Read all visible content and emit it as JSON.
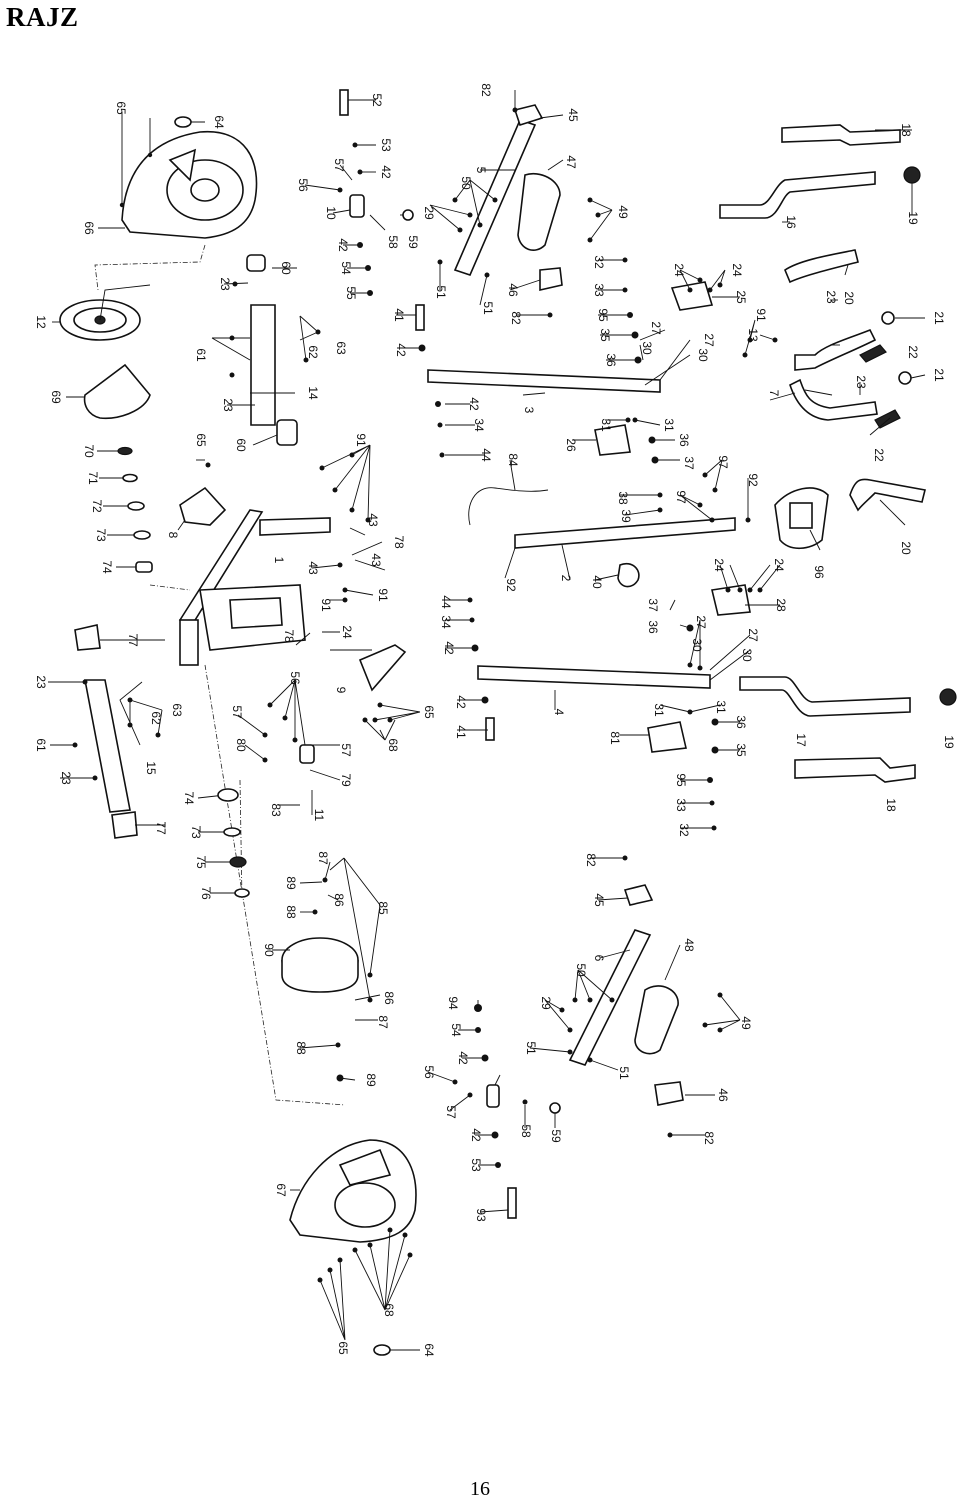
{
  "header": {
    "title": "RAJZ"
  },
  "footer": {
    "page_number": "16"
  },
  "diagram": {
    "part_labels": [
      "1",
      "2",
      "3",
      "4",
      "5",
      "6",
      "7",
      "8",
      "9",
      "10",
      "11",
      "12",
      "13",
      "14",
      "15",
      "16",
      "17",
      "18",
      "19",
      "20",
      "21",
      "22",
      "23",
      "24",
      "25",
      "26",
      "27",
      "28",
      "29",
      "30",
      "31",
      "32",
      "33",
      "34",
      "35",
      "36",
      "37",
      "38",
      "39",
      "40",
      "41",
      "42",
      "43",
      "44",
      "45",
      "46",
      "47",
      "48",
      "49",
      "50",
      "51",
      "52",
      "53",
      "54",
      "55",
      "56",
      "57",
      "58",
      "59",
      "60",
      "61",
      "62",
      "63",
      "64",
      "65",
      "66",
      "67",
      "68",
      "69",
      "70",
      "71",
      "72",
      "73",
      "74",
      "75",
      "76",
      "77",
      "78",
      "79",
      "80",
      "81",
      "82",
      "83",
      "84",
      "85",
      "86",
      "87",
      "88",
      "89",
      "90",
      "91",
      "92",
      "93",
      "94",
      "95",
      "96",
      "97"
    ]
  }
}
